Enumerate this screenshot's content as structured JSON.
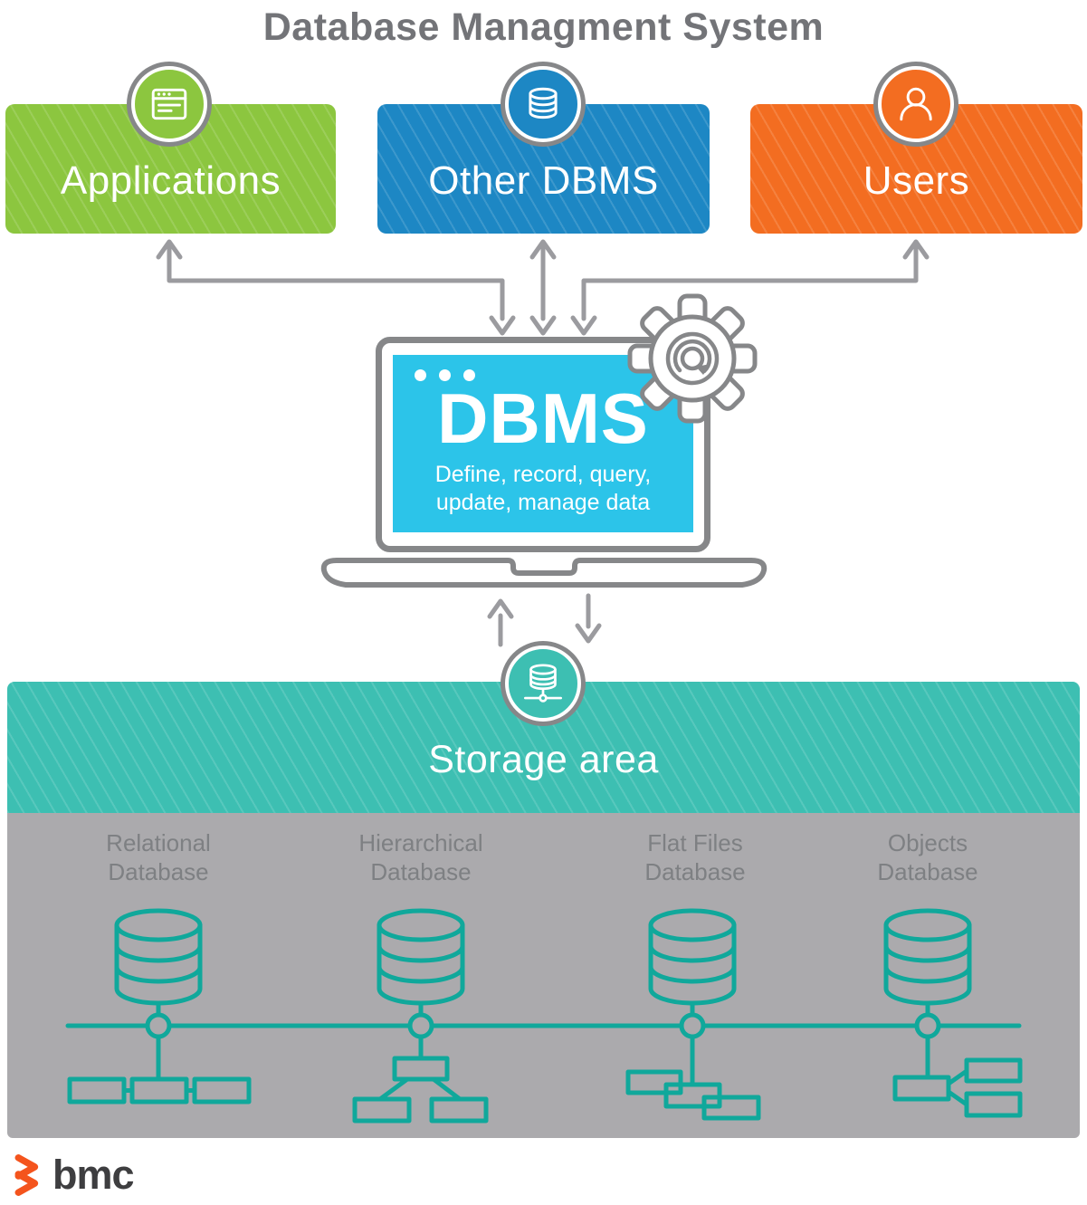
{
  "title": "Database Managment System",
  "sources": [
    {
      "label": "Applications",
      "color": "#8cc63f",
      "icon": "browser-window-icon"
    },
    {
      "label": "Other DBMS",
      "color": "#1d87c4",
      "icon": "database-icon"
    },
    {
      "label": "Users",
      "color": "#f36d21",
      "icon": "user-icon"
    }
  ],
  "dbms": {
    "title": "DBMS",
    "description": "Define, record, query,\nupdate, manage data",
    "screen_color": "#2cc4e9",
    "icon": "gear-sync-icon"
  },
  "storage": {
    "label": "Storage area",
    "color": "#3dbfb2",
    "icon": "database-network-icon"
  },
  "databases": [
    {
      "label": "Relational\nDatabase"
    },
    {
      "label": "Hierarchical\nDatabase"
    },
    {
      "label": "Flat Files\nDatabase"
    },
    {
      "label": "Objects\nDatabase"
    }
  ],
  "colors": {
    "diagram_gray": "#abaaad",
    "schematic_teal": "#10a89b",
    "arrow_gray": "#9b9b9f",
    "title_gray": "#737478",
    "brand_orange": "#f4541d"
  },
  "footer": {
    "brand": "bmc"
  }
}
